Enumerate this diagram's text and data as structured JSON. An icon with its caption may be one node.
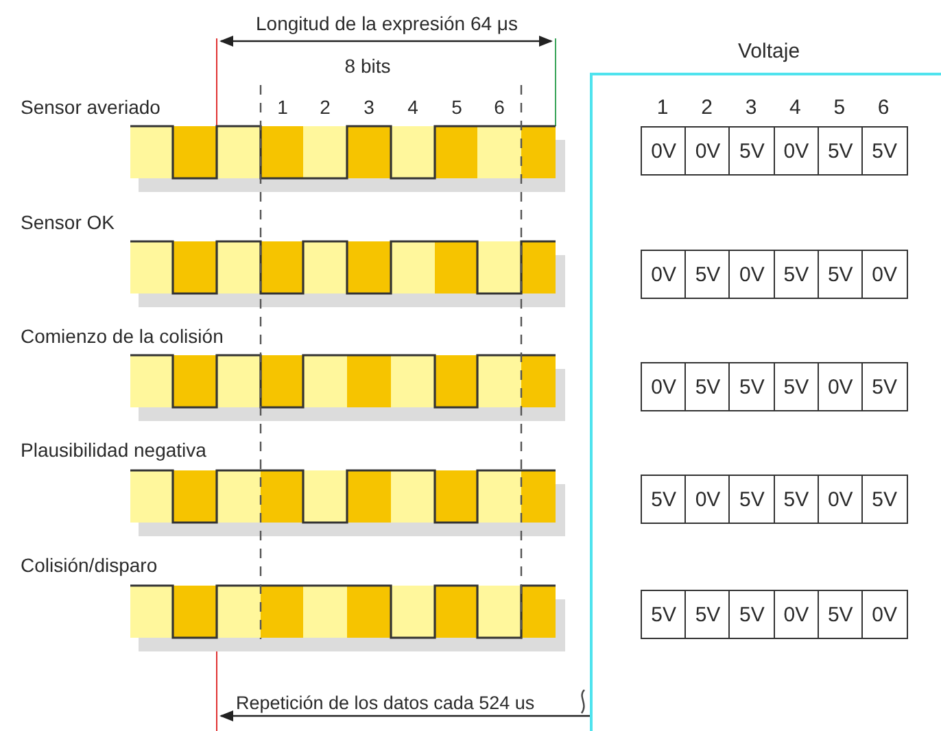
{
  "diagram": {
    "nodes": [
      {
        "text": [
          "Voltaje"
        ]
      }
    ],
    "labels": [
      "Longitud de la expresión 64 μs",
      "8 bits",
      "Sensor averiado",
      "1",
      "2",
      "3",
      "4",
      "5",
      "6",
      "1",
      "2",
      "3",
      "4",
      "5",
      "6",
      "0V",
      "0V",
      "5V",
      "0V",
      "5V",
      "5V",
      "Sensor OK",
      "0V",
      "5V",
      "0V",
      "5V",
      "5V",
      "0V",
      "Comienzo de la colisión",
      "0V",
      "5V",
      "5V",
      "5V",
      "0V",
      "5V",
      "Plausibilidad negativa",
      "5V",
      "0V",
      "5V",
      "5V",
      "0V",
      "5V",
      "Colisión/disparo",
      "5V",
      "5V",
      "5V",
      "0V",
      "5V",
      "0V",
      "Repetición de los datos cada 524 us"
    ]
  }
}
